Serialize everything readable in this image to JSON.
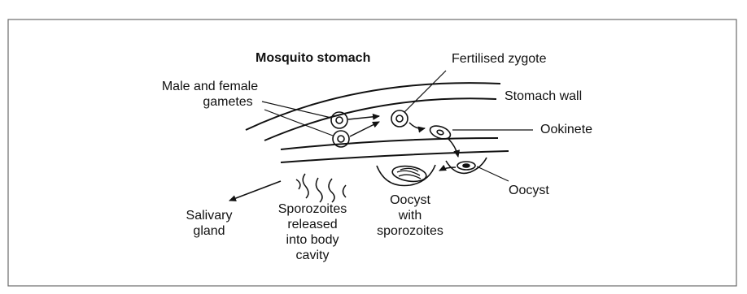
{
  "colors": {
    "ink": "#111111",
    "frame": "#6b6b6b",
    "paper": "#ffffff"
  },
  "labels": {
    "title": "Mosquito stomach",
    "fertilised_zygote": "Fertilised zygote",
    "gametes_line1": "Male and female",
    "gametes_line2": "gametes",
    "stomach_wall": "Stomach wall",
    "ookinete": "Ookinete",
    "oocyst": "Oocyst",
    "oocyst_sporo_line1": "Oocyst",
    "oocyst_sporo_line2": "with",
    "oocyst_sporo_line3": "sporozoites",
    "sporozoites_line1": "Sporozoites",
    "sporozoites_line2": "released",
    "sporozoites_line3": "into body",
    "sporozoites_line4": "cavity",
    "salivary_line1": "Salivary",
    "salivary_line2": "gland"
  }
}
